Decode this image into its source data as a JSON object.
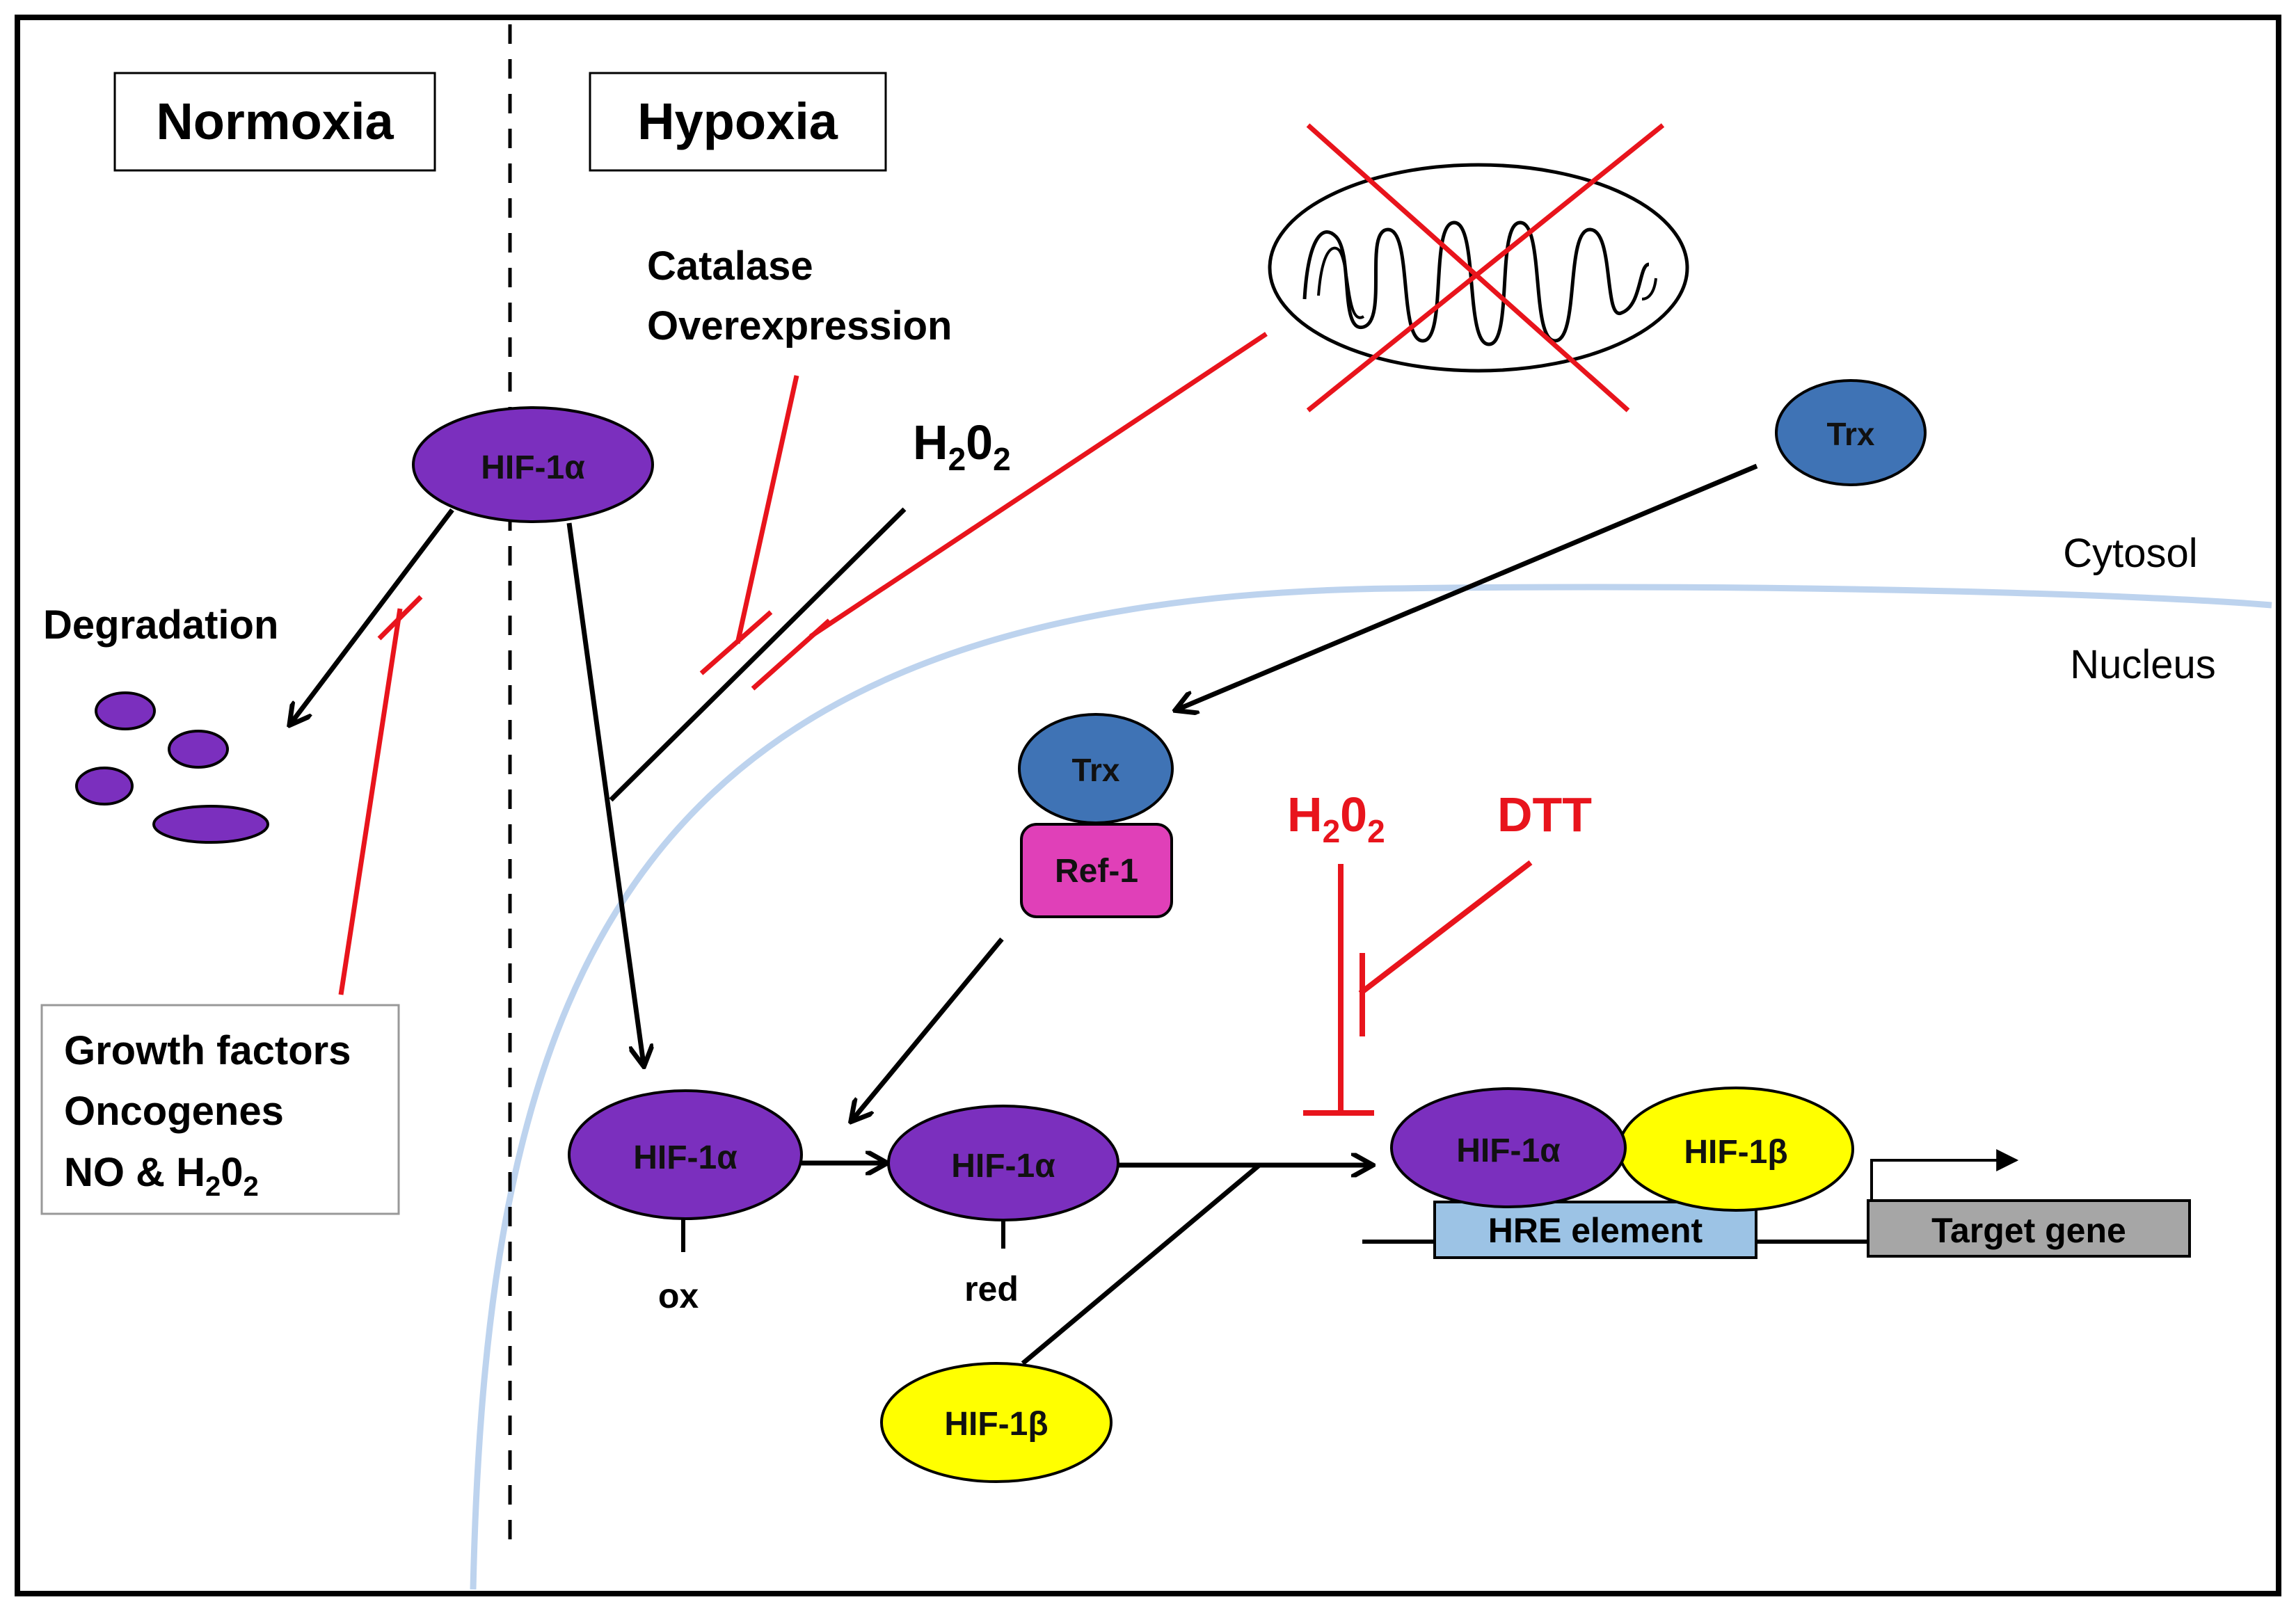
{
  "panels": {
    "normoxia": "Normoxia",
    "hypoxia": "Hypoxia"
  },
  "compartments": {
    "cytosol": "Cytosol",
    "nucleus": "Nucleus"
  },
  "labels": {
    "degradation": "Degradation",
    "catalase_line1": "Catalase",
    "catalase_line2": "Overexpression",
    "h2o2": {
      "base": "H",
      "sub1": "2",
      "mid": "0",
      "sub2": "2"
    },
    "ox": "ox",
    "red": "red",
    "dtt": "DTT"
  },
  "stimuli_box": {
    "line1": "Growth factors",
    "line2": "Oncogenes",
    "line3": "NO & H",
    "line3_sub1": "2",
    "line3_mid": "0",
    "line3_sub2": "2"
  },
  "proteins": {
    "hif1a": "HIF-1α",
    "hif1b": "HIF-1β",
    "trx": "Trx",
    "ref1": "Ref-1"
  },
  "dna": {
    "hre": "HRE element",
    "target_gene": "Target gene"
  },
  "colors": {
    "hif1a": "#7B2FBE",
    "hif1b": "#FFFF00",
    "trx": "#3F73B5",
    "ref1": "#E040B8",
    "hre": "#9CC3E5",
    "target": "#A6A6A6",
    "inhibit": "#E8141C",
    "membrane": "#BDD3EE"
  }
}
